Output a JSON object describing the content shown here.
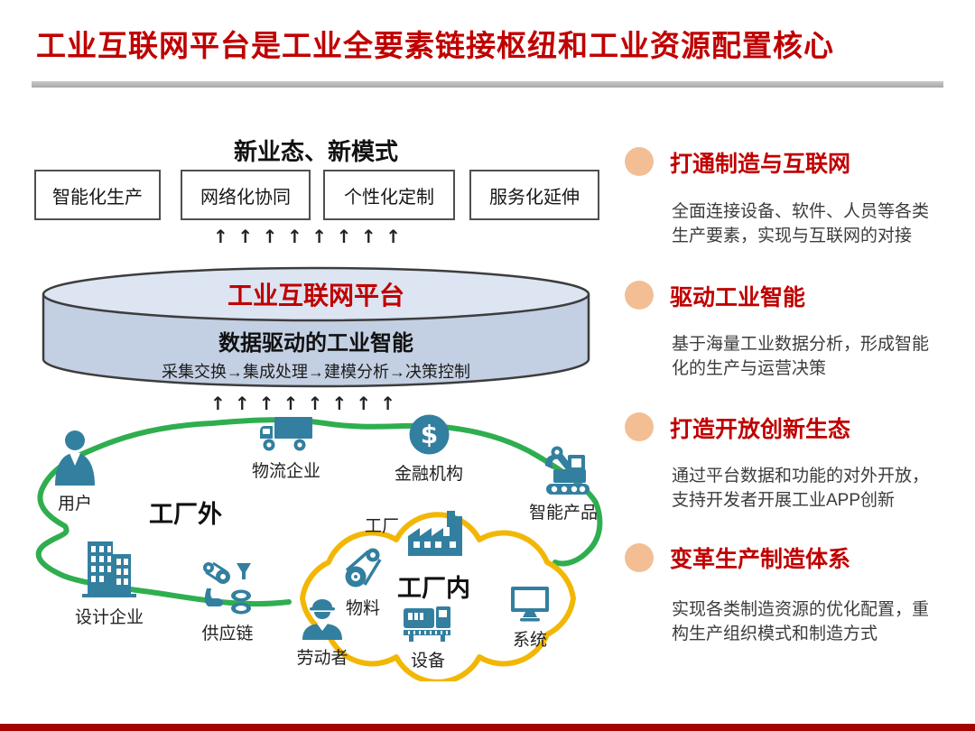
{
  "title": "工业互联网平台是工业全要素链接枢纽和工业资源配置核心",
  "diagram": {
    "heading": "新业态、新模式",
    "boxes": [
      "智能化生产",
      "网络化协同",
      "个性化定制",
      "服务化延伸"
    ],
    "platform": {
      "name": "工业互联网平台",
      "subtitle": "数据驱动的工业智能",
      "process": "采集交换→集成处理→建模分析→决策控制"
    },
    "zones": {
      "outside": "工厂外",
      "inside": "工厂内"
    },
    "nodes": {
      "user": "用户",
      "logistics": "物流企业",
      "finance": "金融机构",
      "smart_product": "智能产品",
      "factory": "工厂",
      "design": "设计企业",
      "supply_chain": "供应链",
      "worker": "劳动者",
      "material": "物料",
      "equipment": "设备",
      "system": "系统"
    },
    "finance_symbol": "$",
    "arrow_glyph": "↑"
  },
  "points": [
    {
      "title": "打通制造与互联网",
      "desc": "全面连接设备、软件、人员等各类生产要素，实现与互联网的对接"
    },
    {
      "title": "驱动工业智能",
      "desc": "基于海量工业数据分析，形成智能化的生产与运营决策"
    },
    {
      "title": "打造开放创新生态",
      "desc": "通过平台数据和功能的对外开放，支持开发者开展工业APP创新"
    },
    {
      "title": "变革生产制造体系",
      "desc": "实现各类制造资源的优化配置，重构生产组织模式和制造方式"
    }
  ],
  "colors": {
    "title_red": "#c00000",
    "bottom_bar_red": "#a30303",
    "green_loop": "#2fae4f",
    "yellow_cloud": "#f2b705",
    "icon_teal": "#337f9f",
    "bullet_peach": "#f3be94",
    "cylinder_top": "#dce5f1",
    "cylinder_body": "#c3cfe2"
  }
}
